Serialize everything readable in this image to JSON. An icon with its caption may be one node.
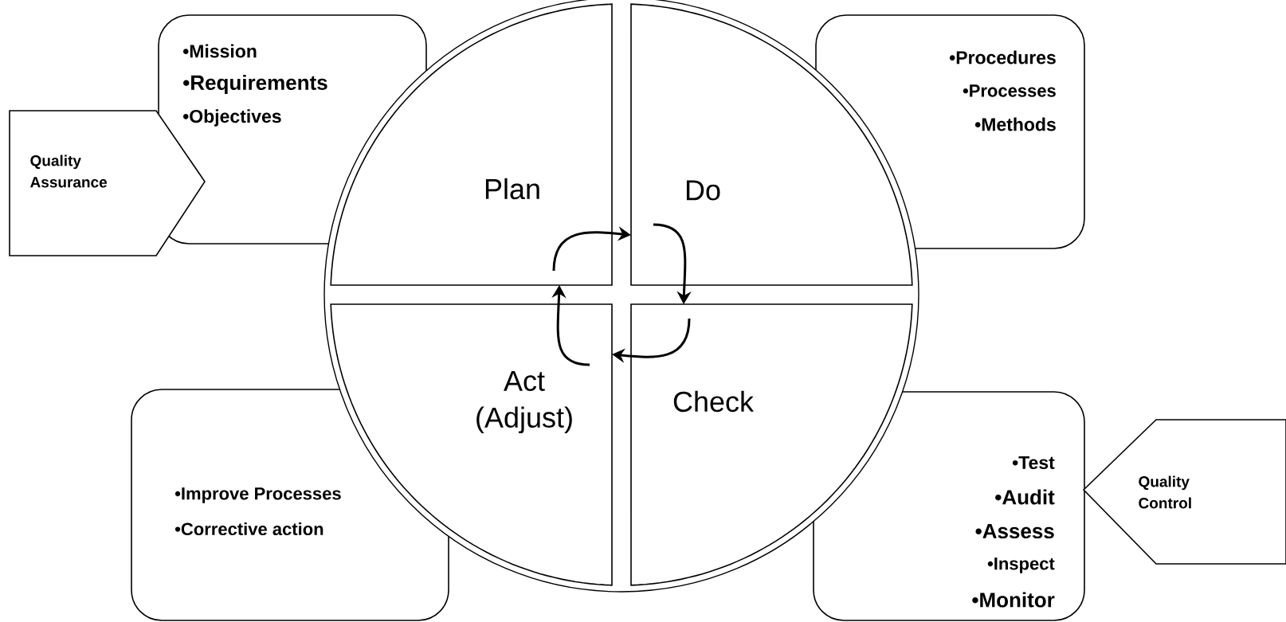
{
  "diagram": {
    "nodes": [
      {
        "text": [
          "•Mission",
          "•Requirements",
          "•Objectives"
        ]
      },
      {
        "text": [
          "•Procedures",
          "•Processes",
          "•Methods"
        ]
      },
      {
        "text": [
          "•Improve Processes",
          "•Corrective action"
        ]
      },
      {
        "text": [
          "•Test",
          "•Audit",
          "•Assess",
          "•Inspect",
          "•Monitor"
        ]
      },
      {
        "text": [
          "Plan"
        ]
      },
      {
        "text": [
          "Do"
        ]
      },
      {
        "text": [
          "Check"
        ]
      },
      {
        "text": [
          "Act (Adjust)"
        ]
      },
      {
        "text": [
          "Quality Assurance"
        ]
      },
      {
        "text": [
          "Quality Control"
        ]
      }
    ],
    "edges": [
      {
        "from": 4,
        "to": 5,
        "arrow": "to"
      },
      {
        "from": 5,
        "to": 6,
        "arrow": "to"
      },
      {
        "from": 6,
        "to": 7,
        "arrow": "to"
      },
      {
        "from": 7,
        "to": 4,
        "arrow": "to"
      }
    ]
  }
}
